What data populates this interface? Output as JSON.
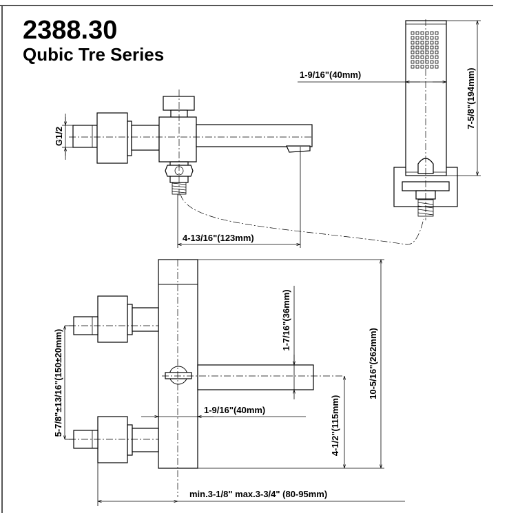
{
  "header": {
    "model_number": "2388.30",
    "series_name": "Qubic Tre Series"
  },
  "dimensions": {
    "inlet_thread": "G1/2",
    "spout_reach": "4-13/16\"(123mm)",
    "handshower_width": "1-9/16\"(40mm)",
    "handshower_length": "7-5/8\"(194mm)",
    "inlet_centers": "5-7/8\"±13/16\"(150±20mm)",
    "spout_height": "1-7/16\"(36mm)",
    "body_width": "1-9/16\"(40mm)",
    "spout_from_bottom": "4-1/2\"(115mm)",
    "overall_height": "10-5/16\"(262mm)",
    "wall_offset": "min.3-1/8\" max.3-3/4\" (80-95mm)"
  }
}
